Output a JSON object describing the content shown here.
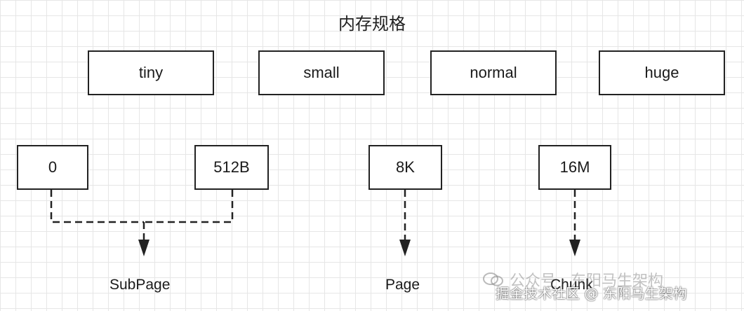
{
  "title": "内存规格",
  "categories": {
    "tiny": "tiny",
    "small": "small",
    "normal": "normal",
    "huge": "huge"
  },
  "values": {
    "zero": "0",
    "b512": "512B",
    "k8": "8K",
    "m16": "16M"
  },
  "targets": {
    "subpage": "SubPage",
    "page": "Page",
    "chunk": "Chunk"
  },
  "watermark": {
    "line1": "公众号 · 东阳马生架构",
    "line2": "掘金技术社区 @ 东阳马生架构"
  },
  "icons": {
    "watermark": "wechat-icon"
  },
  "colors": {
    "stroke": "#222222",
    "grid": "#e6e6e6"
  }
}
